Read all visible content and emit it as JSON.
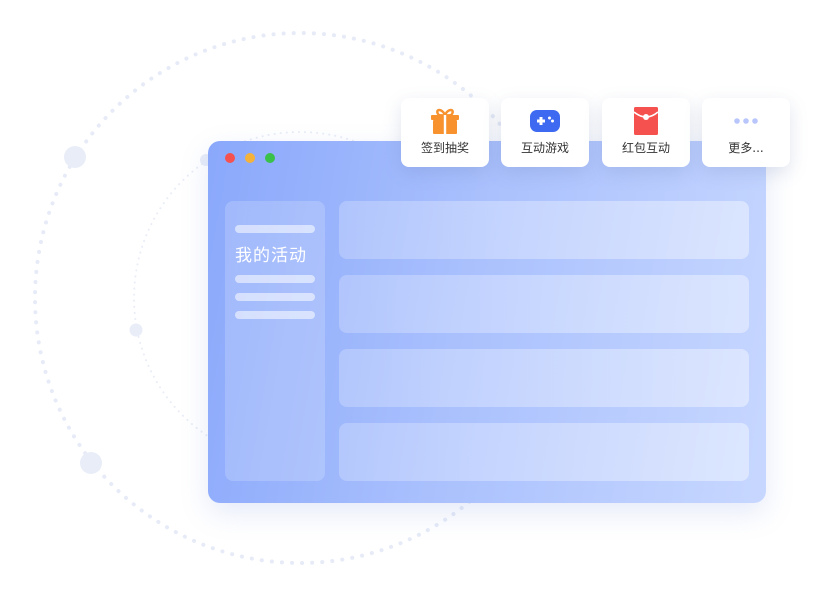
{
  "colors": {
    "window_gradient_start": "#8aa8fb",
    "window_gradient_end": "#c7d7ff",
    "traffic_red": "#f5524f",
    "traffic_yellow": "#f4b23a",
    "traffic_green": "#3ac14a",
    "gift_orange": "#f7922e",
    "game_blue": "#3d6af0",
    "redpacket_red": "#f5524f",
    "more_dots": "#b9c6fb"
  },
  "window": {
    "sidebar": {
      "title": "我的活动"
    },
    "content_rows_count": 4
  },
  "feature_cards": [
    {
      "icon": "gift-icon",
      "label": "签到抽奖"
    },
    {
      "icon": "gamepad-icon",
      "label": "互动游戏"
    },
    {
      "icon": "red-envelope-icon",
      "label": "红包互动"
    },
    {
      "icon": "more-dots-icon",
      "label": "更多..."
    }
  ]
}
